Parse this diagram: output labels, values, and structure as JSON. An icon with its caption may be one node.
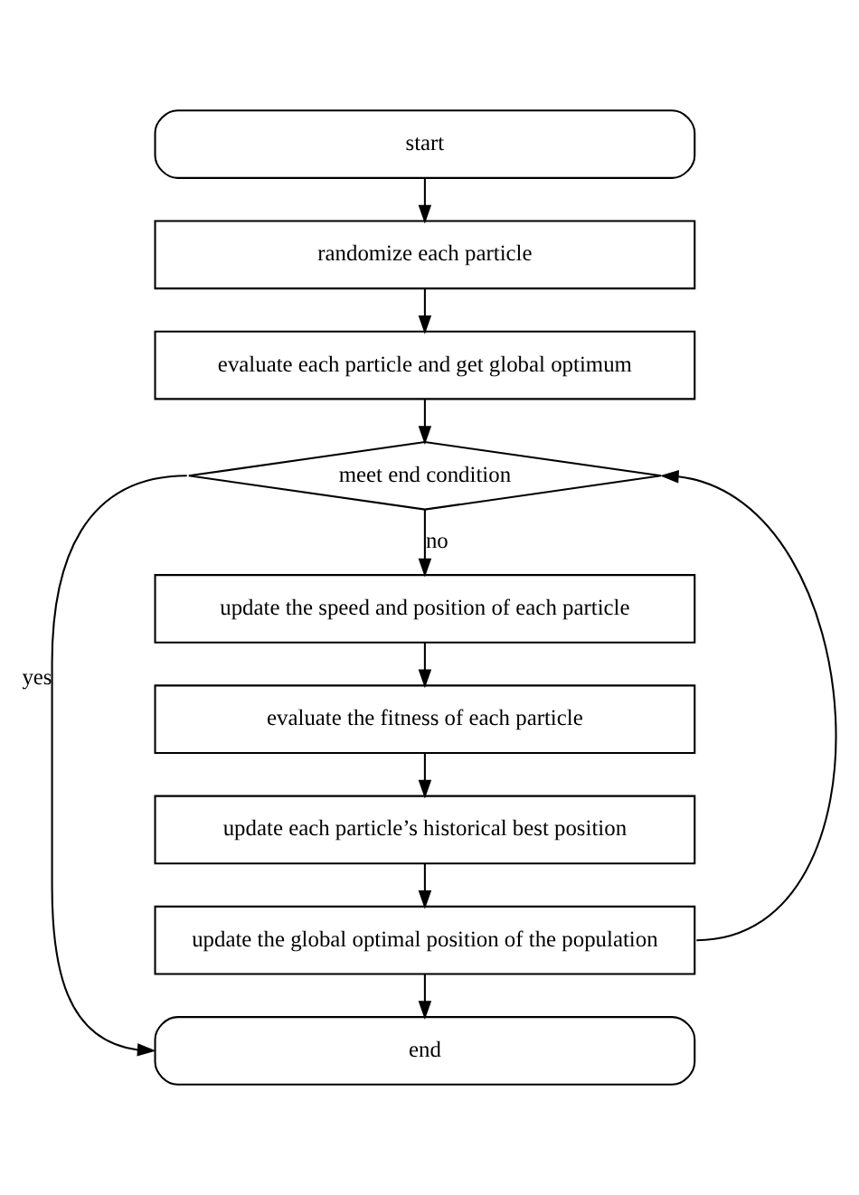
{
  "diagram": {
    "nodes": [
      {
        "text": [
          "start"
        ]
      },
      {
        "text": [
          "randomize each particle"
        ]
      },
      {
        "text": [
          "evaluate each particle and get global optimum"
        ]
      },
      {
        "text": [
          "meet end condition"
        ]
      },
      {
        "text": [
          "update the speed and position of each particle"
        ]
      },
      {
        "text": [
          "evaluate the fitness of each particle"
        ]
      },
      {
        "text": [
          "update each particle’s historical best position"
        ]
      },
      {
        "text": [
          "update the global optimal position of the population"
        ]
      },
      {
        "text": [
          "end"
        ]
      }
    ],
    "edges": [
      {
        "from": 0,
        "to": 1,
        "arrow": "to"
      },
      {
        "from": 1,
        "to": 2,
        "arrow": "to"
      },
      {
        "from": 2,
        "to": 3,
        "arrow": "to"
      },
      {
        "from": 3,
        "to": 4,
        "arrow": "to",
        "label": "no"
      },
      {
        "from": 4,
        "to": 5,
        "arrow": "to"
      },
      {
        "from": 5,
        "to": 6,
        "arrow": "to"
      },
      {
        "from": 6,
        "to": 7,
        "arrow": "to"
      },
      {
        "from": 7,
        "to": 8,
        "arrow": "to"
      },
      {
        "from": 3,
        "to": 8,
        "arrow": "to",
        "label": "yes"
      },
      {
        "from": 7,
        "to": 3,
        "arrow": "to"
      }
    ]
  }
}
